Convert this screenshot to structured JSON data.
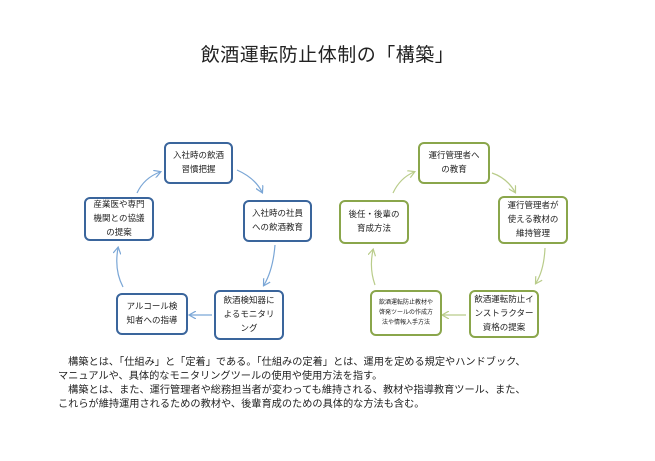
{
  "title": "飲酒運転防止体制の「構築」",
  "left_cycle": {
    "color": "#3a659c",
    "arrow_color": "#7aa6d6",
    "nodes": [
      "入社時の飲酒\n習慣把握",
      "入社時の社員\nへの飲酒教育",
      "飲酒検知器に\nよるモニタリ\nング",
      "アルコール検\n知者への指導",
      "産業医や専門\n機関との協議\nの提案"
    ]
  },
  "right_cycle": {
    "color": "#8aa64b",
    "arrow_color": "#b9cc8a",
    "nodes": [
      "運行管理者へ\nの教育",
      "運行管理者が\n使える教材の\n維持管理",
      "飲酒運転防止イ\nンストラクター\n資格の提案",
      "飲酒運転防止教材や\n啓発ツールの作成方\n法や情報入手方法",
      "後任・後輩の\n育成方法"
    ]
  },
  "paragraphs": [
    "　構築とは、「仕組み」と「定着」である。「仕組みの定着」とは、運用を定める規定やハンドブック、",
    "マニュアルや、具体的なモニタリングツールの使用や使用方法を指す。",
    "　構築とは、また、運行管理者や総務担当者が変わっても維持される、教材や指導教育ツール、また、",
    "これらが維持運用されるための教材や、後輩育成のための具体的な方法も含む。"
  ]
}
